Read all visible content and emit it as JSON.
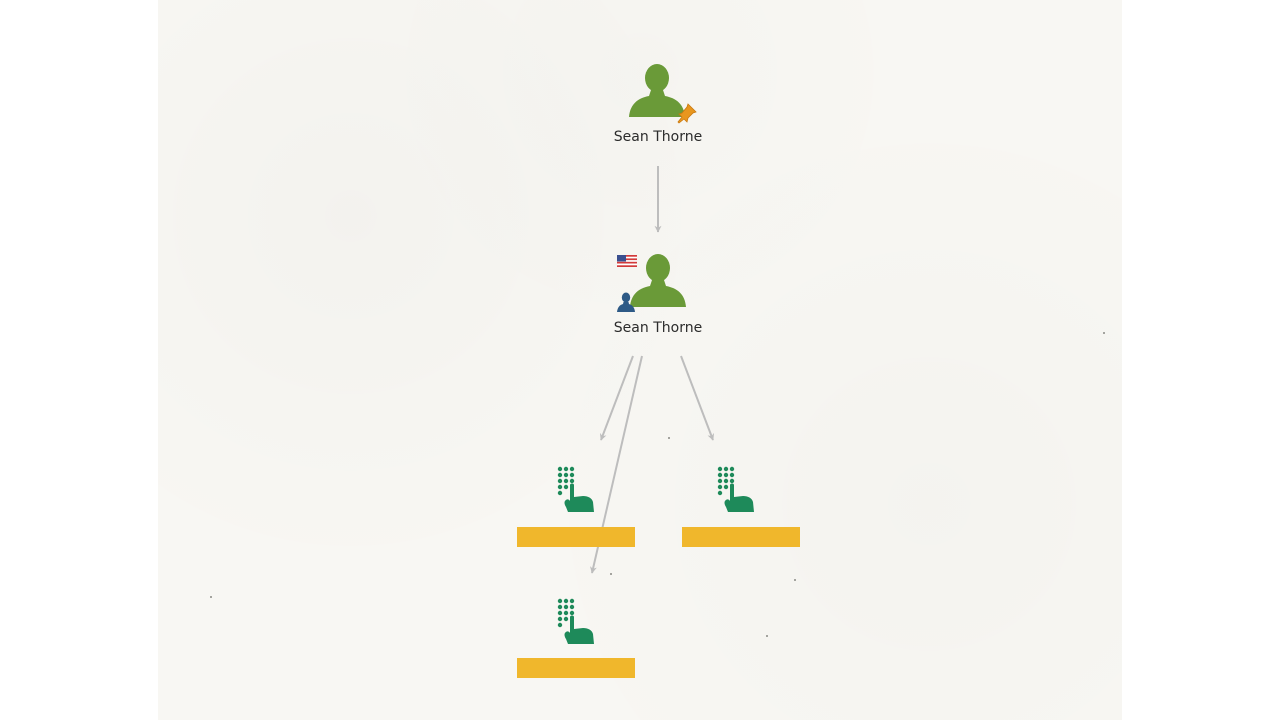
{
  "nodes": {
    "person_root": {
      "label": "Sean Thorne",
      "icon": "person-pinned-icon"
    },
    "person_child": {
      "label": "Sean Thorne",
      "icon": "person-icon",
      "badges": [
        "us-flag-icon",
        "user-badge-icon"
      ]
    },
    "pad_left": {
      "label": "",
      "icon": "phone-keypad-icon"
    },
    "pad_right": {
      "label": "",
      "icon": "phone-keypad-icon"
    },
    "pad_bottom": {
      "label": "",
      "icon": "phone-keypad-icon"
    }
  },
  "edges": [
    {
      "from": "person_root",
      "to": "person_child"
    },
    {
      "from": "person_child",
      "to": "pad_left"
    },
    {
      "from": "person_child",
      "to": "pad_right"
    },
    {
      "from": "person_child",
      "to": "pad_bottom"
    }
  ],
  "colors": {
    "person": "#6a9a38",
    "keypad": "#1e8a5a",
    "label_bar": "#f0b72c",
    "edge": "#bdbdbd",
    "pin": "#e8961e",
    "user_badge": "#2e5a86"
  }
}
